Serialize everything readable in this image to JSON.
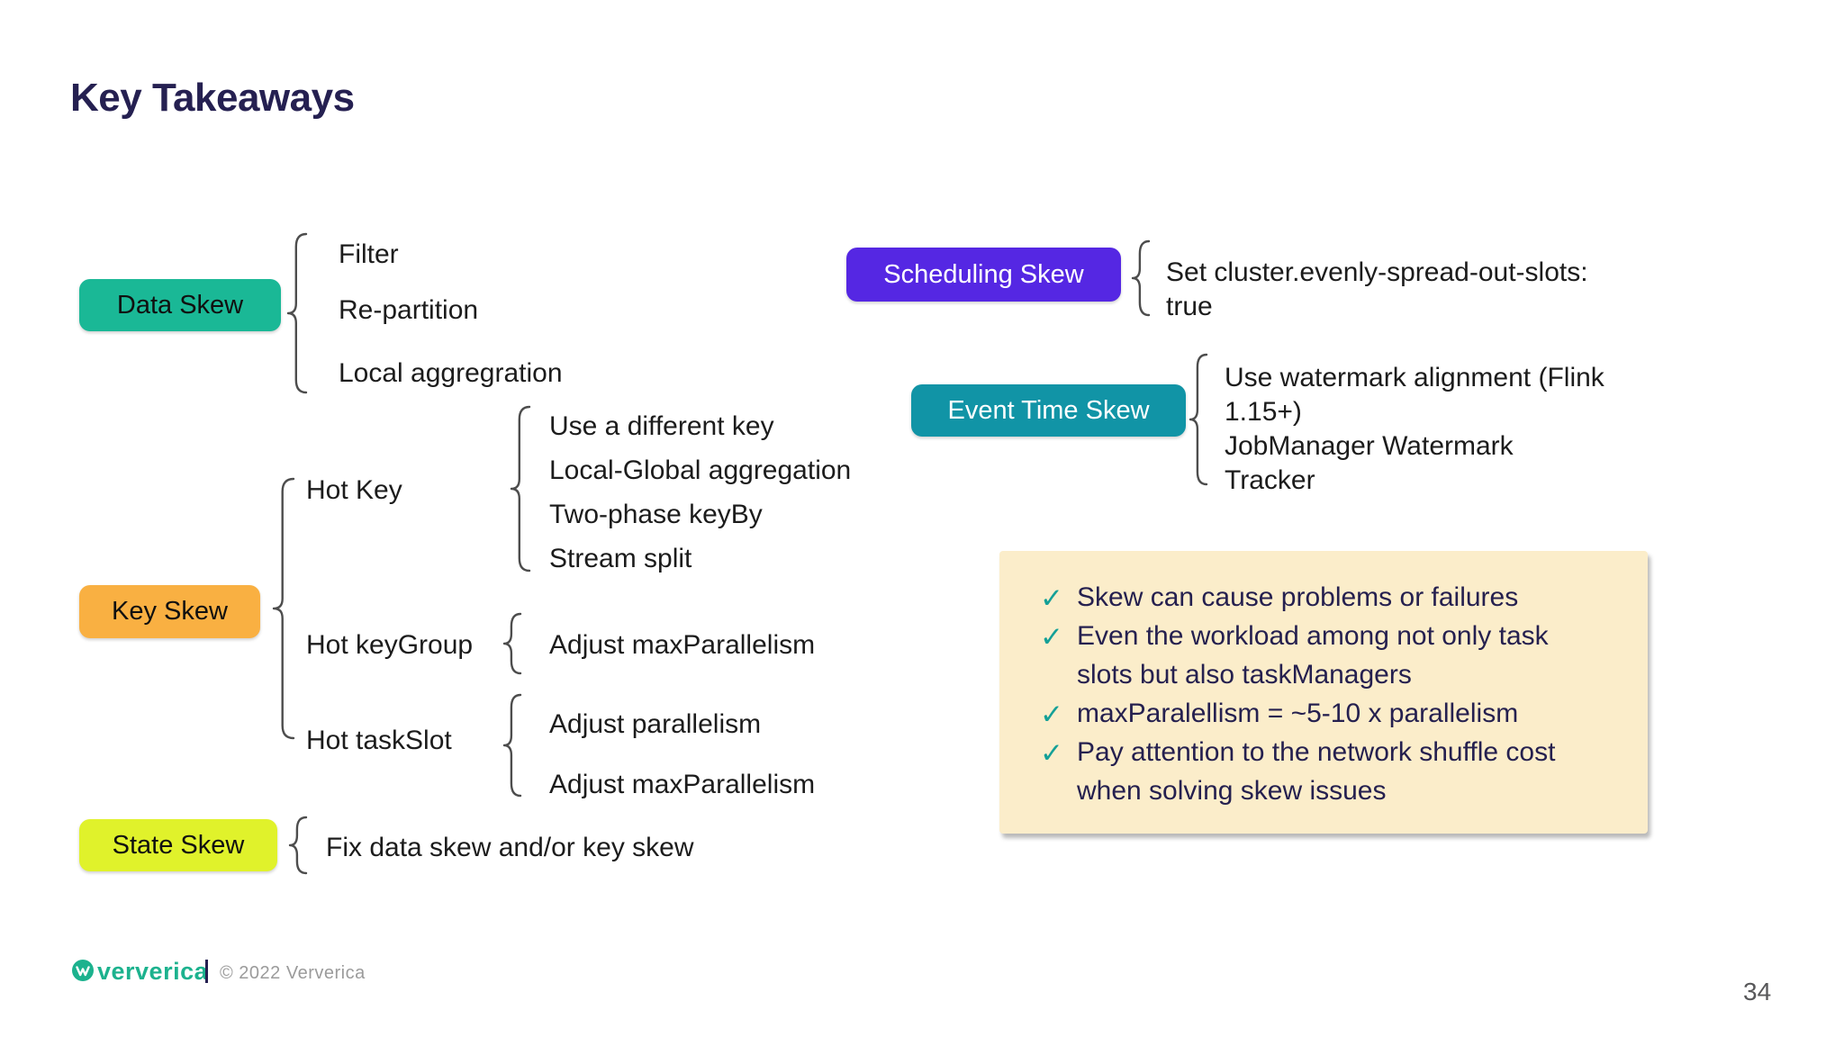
{
  "title": "Key Takeaways",
  "page_number": "34",
  "footer": {
    "brand": "ververica",
    "copyright": "© 2022 Ververica"
  },
  "colors": {
    "title_navy": "#252051",
    "data_skew_teal": "#1ab896",
    "scheduling_purple": "#5527e3",
    "event_time_teal_blue": "#1194a6",
    "key_skew_orange": "#f9b042",
    "state_skew_chartreuse": "#e0f22b",
    "note_bg_cream": "#fbedca",
    "check_teal": "#14a097",
    "brand_teal": "#1cb28e"
  },
  "diagram": {
    "data_skew": {
      "label": "Data Skew",
      "items": [
        "Filter",
        "Re-partition",
        "Local aggregration"
      ]
    },
    "scheduling_skew": {
      "label": "Scheduling Skew",
      "lines": [
        "Set cluster.evenly-spread-out-slots:",
        "true"
      ]
    },
    "event_time_skew": {
      "label": "Event Time Skew",
      "lines": [
        "Use watermark alignment (Flink",
        "1.15+)",
        "JobManager Watermark",
        "Tracker"
      ]
    },
    "key_skew": {
      "label": "Key Skew",
      "hot_key": {
        "label": "Hot Key",
        "items": [
          "Use a different key",
          "Local-Global aggregation",
          "Two-phase keyBy",
          "Stream split"
        ]
      },
      "hot_keygroup": {
        "label": "Hot keyGroup",
        "items": [
          "Adjust maxParallelism"
        ]
      },
      "hot_taskslot": {
        "label": "Hot taskSlot",
        "items": [
          "Adjust parallelism",
          "Adjust maxParallelism"
        ]
      }
    },
    "state_skew": {
      "label": "State Skew",
      "items": [
        "Fix data skew and/or key skew"
      ]
    }
  },
  "note": {
    "check_glyph": "✓",
    "lines": [
      {
        "check": true,
        "text": "Skew can cause problems or failures"
      },
      {
        "check": true,
        "text": "Even the workload among not only task"
      },
      {
        "check": false,
        "text": "slots but also taskManagers"
      },
      {
        "check": true,
        "text": "maxParalellism = ~5-10 x parallelism"
      },
      {
        "check": true,
        "text": "Pay attention to the network shuffle cost"
      },
      {
        "check": false,
        "text": "when solving skew issues"
      }
    ]
  }
}
